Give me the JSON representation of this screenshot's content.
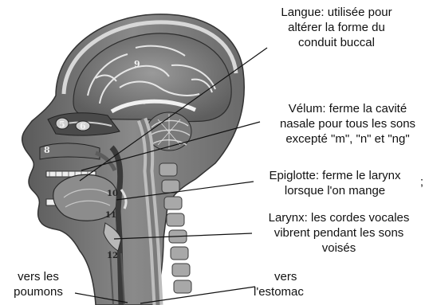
{
  "labels": {
    "langue": [
      "Langue: utilisée pour",
      "altérer la forme du",
      "conduit buccal"
    ],
    "velum": [
      "Vélum: ferme la cavité",
      "nasale pour tous les sons",
      "excepté \"m\", \"n\" et \"ng\""
    ],
    "epiglotte": [
      "Epiglotte: ferme le larynx",
      "lorsque l'on mange"
    ],
    "larynx": [
      "Larynx: les cordes vocales",
      "vibrent pendant les sons",
      "voisés"
    ],
    "poumons": [
      "vers les",
      "poumons"
    ],
    "estomac": [
      "vers",
      "l'estomac"
    ],
    "stray_mark": ";"
  },
  "anatomy_numbers": [
    "5",
    "6",
    "8",
    "9",
    "10",
    "11",
    "12"
  ]
}
